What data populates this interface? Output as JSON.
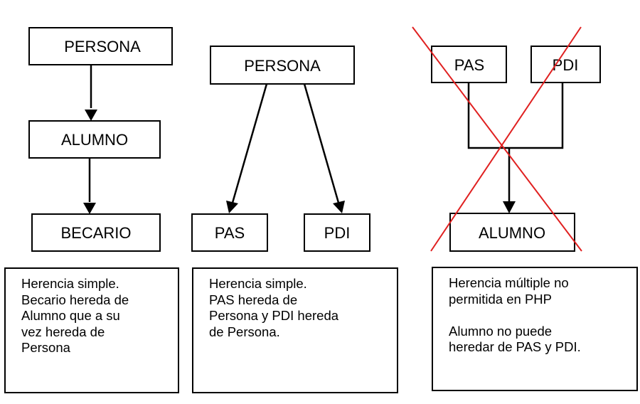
{
  "diagrams": [
    {
      "name": "simple-chain",
      "nodes": {
        "persona": "PERSONA",
        "alumno": "ALUMNO",
        "becario": "BECARIO"
      },
      "note_lines": [
        "Herencia simple.",
        "Becario hereda de",
        "Alumno que a su",
        "vez hereda de",
        "Persona"
      ]
    },
    {
      "name": "simple-tree",
      "nodes": {
        "persona": "PERSONA",
        "pas": "PAS",
        "pdi": "PDI"
      },
      "note_lines": [
        "Herencia simple.",
        "PAS hereda de",
        "Persona y PDI hereda",
        "de Persona."
      ]
    },
    {
      "name": "multiple-forbidden",
      "nodes": {
        "pas": "PAS",
        "pdi": "PDI",
        "alumno": "ALUMNO"
      },
      "crossed_out": true,
      "note_lines_a": [
        "Herencia múltiple no",
        "permitida en PHP"
      ],
      "note_lines_b": [
        "Alumno no puede",
        "heredar de PAS y PDI."
      ]
    }
  ],
  "colors": {
    "stroke": "#000000",
    "cross": "#e02020"
  }
}
